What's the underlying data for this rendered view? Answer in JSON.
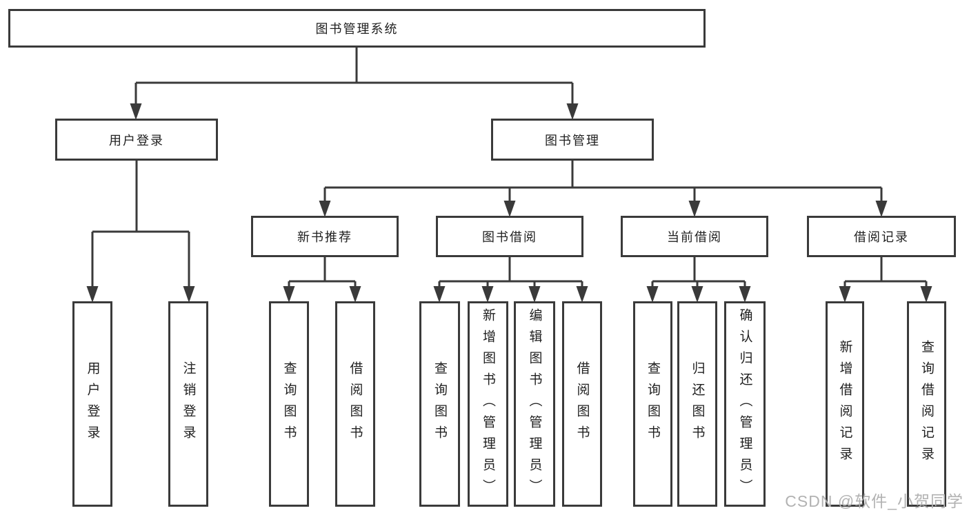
{
  "diagram": {
    "root": {
      "label": "图书管理系统"
    },
    "branches": [
      {
        "label": "用户登录",
        "leaves": [
          {
            "label": "用户登录"
          },
          {
            "label": "注销登录"
          }
        ]
      },
      {
        "label": "图书管理",
        "modules": [
          {
            "label": "新书推荐",
            "leaves": [
              {
                "label": "查询图书"
              },
              {
                "label": "借阅图书"
              }
            ]
          },
          {
            "label": "图书借阅",
            "leaves": [
              {
                "label": "查询图书"
              },
              {
                "label": "新增图书（管理员）"
              },
              {
                "label": "编辑图书（管理员）"
              },
              {
                "label": "借阅图书"
              }
            ]
          },
          {
            "label": "当前借阅",
            "leaves": [
              {
                "label": "查询图书"
              },
              {
                "label": "归还图书"
              },
              {
                "label": "确认归还（管理员）"
              }
            ]
          },
          {
            "label": "借阅记录",
            "leaves": [
              {
                "label": "新增借阅记录"
              },
              {
                "label": "查询借阅记录"
              }
            ]
          }
        ]
      }
    ]
  },
  "watermark": {
    "text": "CSDN @软件_小贺同学",
    "color": "#b2b2b2"
  },
  "colors": {
    "line": "#3a3a3a",
    "box_border": "#3a3a3a",
    "text": "#1f1f1f",
    "background": "#ffffff"
  }
}
